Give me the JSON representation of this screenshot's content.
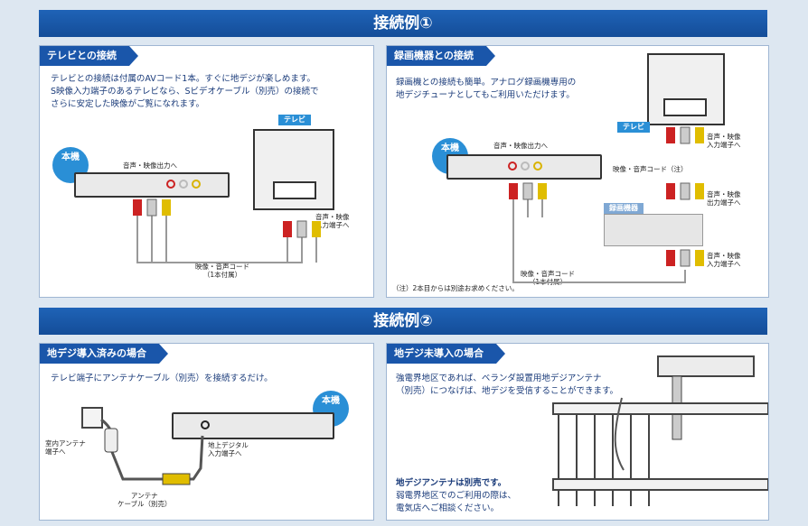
{
  "example1": {
    "banner": "接続例①",
    "tv_connection": {
      "title": "テレビとの接続",
      "description": "テレビとの接続は付属のAVコード1本。すぐに地デジが楽しめます。\nS映像入力端子のあるテレビなら、Sビデオケーブル（別売）の接続で\nさらに安定した映像がご覧になれます。",
      "unit_badge": "本機",
      "tv_tag": "テレビ",
      "label_output": "音声・映像出力へ",
      "label_input": "音声・映像\n入力端子へ",
      "label_cord": "映像・音声コード\n（1本付属）"
    },
    "recorder_connection": {
      "title": "録画機器との接続",
      "description": "録画機との接続も簡単。アナログ録画機専用の\n地デジチューナとしてもご利用いただけます。",
      "unit_badge": "本機",
      "tv_tag": "テレビ",
      "recorder_tag": "録画機器",
      "label_output": "音声・映像出力へ",
      "label_tv_input": "音声・映像\n入力端子へ",
      "label_cord_top": "映像・音声コード（注）",
      "label_rec_output": "音声・映像\n出力端子へ",
      "label_rec_input": "音声・映像\n入力端子へ",
      "label_cord_bottom": "映像・音声コード\n（1本付属）",
      "note": "（注）2本目からは別途お求めください。"
    }
  },
  "example2": {
    "banner": "接続例②",
    "installed": {
      "title": "地デジ導入済みの場合",
      "description": "テレビ端子にアンテナケーブル（別売）を接続するだけ。",
      "unit_badge": "本機",
      "label_wall": "室内アンテナ\n端子へ",
      "label_input": "地上デジタル\n入力端子へ",
      "label_cable": "アンテナ\nケーブル（別売）"
    },
    "not_installed": {
      "title": "地デジ未導入の場合",
      "description": "強電界地区であれば、ベランダ設置用地デジアンテナ\n（別売）につなげば、地デジを受信することができます。",
      "note_title": "地デジアンテナは別売です。",
      "note_body": "弱電界地区でのご利用の際は、\n電気店へご相談ください。"
    }
  },
  "colors": {
    "banner": "#1a5aad",
    "title_bg": "#1a56aa",
    "badge": "#2a8fd6",
    "text": "#1a3b7a"
  }
}
